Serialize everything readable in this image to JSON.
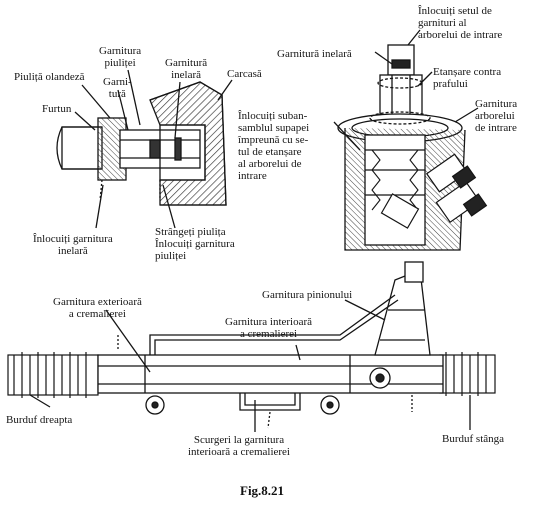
{
  "figure": {
    "caption": "Fig.8.21",
    "top_left": {
      "labels": {
        "nut": "Piuliță olandeză",
        "hose": "Furtun",
        "nut_seal": "Garnitura\npiuliței",
        "seal": "Garni-\ntură",
        "ring_seal": "Garnitură\ninelară",
        "housing": "Carcasă",
        "replace_ring_seal": "Înlocuiți garnitura\ninelară",
        "tighten_nut": "Strângeți piulița\nÎnlocuiți garnitura\npiuliței"
      }
    },
    "top_right": {
      "labels": {
        "replace_set": "Înlocuiți setul de\ngarnituri al\narborelui de intrare",
        "ring_seal": "Garnitură inelară",
        "dust_seal": "Etanșare contra\nprafului",
        "replace_subassembly": "Înlocuiți suban-\nsamblul supapei\nîmpreună cu se-\ntul de etanșare\nal arborelui de\nintrare",
        "input_shaft_seal": "Garnitura\narborelui\nde intrare"
      }
    },
    "bottom": {
      "labels": {
        "pinion_seal": "Garnitura pinionului",
        "outer_rack_seal": "Garnitura exterioară\na cremalierei",
        "inner_rack_seal": "Garnitura interioară\na cremalierei",
        "right_boot": "Burduf dreapta",
        "leaks": "Scurgeri la garnitura\ninterioară a cremalierei",
        "left_boot": "Burduf stânga"
      }
    },
    "colors": {
      "ink": "#151515",
      "background": "#ffffff",
      "hatch": "#333333"
    }
  }
}
